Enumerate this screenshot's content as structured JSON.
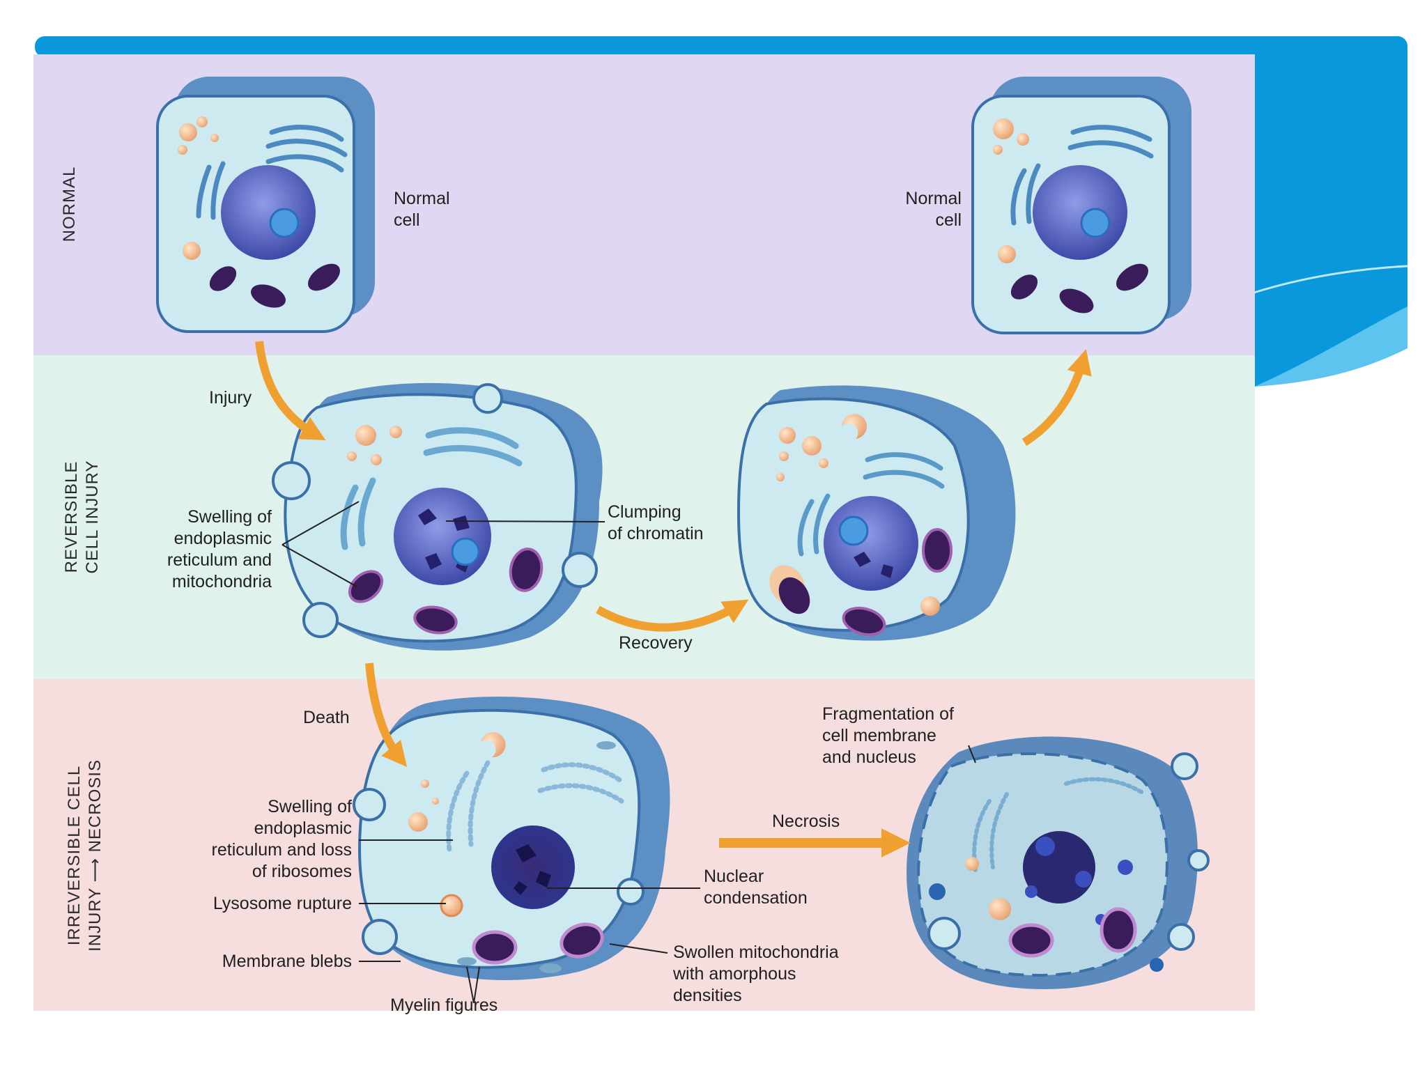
{
  "colors": {
    "accent": "#0a98dc",
    "band_normal": "#e0d8f2",
    "band_reversible": "#dff2ec",
    "band_irreversible": "#f6dede",
    "arrow": "#f0a030",
    "cytoplasm": "#cdeaf0",
    "cell_shadow": "#5c8fc4",
    "nucleus": "#5a6cc8",
    "mitochondria": "#3a1c5a"
  },
  "bands": {
    "normal": "NORMAL",
    "reversible_line1": "REVERSIBLE",
    "reversible_line2": "CELL INJURY",
    "irreversible_line1": "IRREVERSIBLE CELL",
    "irreversible_line2": "INJURY ⟶ NECROSIS"
  },
  "labels": {
    "normal_cell_left_1": "Normal",
    "normal_cell_left_2": "cell",
    "normal_cell_right_1": "Normal",
    "normal_cell_right_2": "cell",
    "injury": "Injury",
    "recovery": "Recovery",
    "death": "Death",
    "necrosis": "Necrosis",
    "swelling_er_mito_1": "Swelling of",
    "swelling_er_mito_2": "endoplasmic",
    "swelling_er_mito_3": "reticulum and",
    "swelling_er_mito_4": "mitochondria",
    "clumping_1": "Clumping",
    "clumping_2": "of chromatin",
    "swelling_ribo_1": "Swelling of",
    "swelling_ribo_2": "endoplasmic",
    "swelling_ribo_3": "reticulum and loss",
    "swelling_ribo_4": "of ribosomes",
    "lysosome_rupture": "Lysosome rupture",
    "membrane_blebs": "Membrane blebs",
    "myelin_figures": "Myelin figures",
    "nuclear_condensation_1": "Nuclear",
    "nuclear_condensation_2": "condensation",
    "swollen_mito_1": "Swollen mitochondria",
    "swollen_mito_2": "with amorphous",
    "swollen_mito_3": "densities",
    "fragmentation_1": "Fragmentation of",
    "fragmentation_2": "cell membrane",
    "fragmentation_3": "and nucleus"
  }
}
